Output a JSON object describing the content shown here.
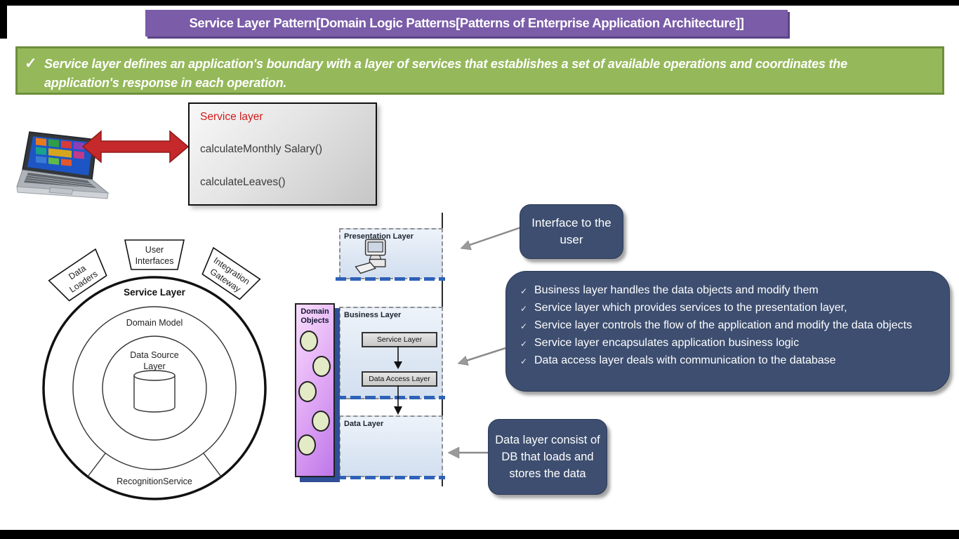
{
  "slide": {
    "title": "Service Layer Pattern[Domain Logic Patterns[Patterns of Enterprise Application Architecture]]",
    "definition_check": "✓",
    "definition": "Service layer defines an application's boundary with a layer of services that establishes a set of available operations and coordinates the application's response in each operation."
  },
  "service_interface_box": {
    "title": "Service layer",
    "method_1": "calculateMonthly Salary()",
    "method_2": "calculateLeaves()"
  },
  "ring_diagram": {
    "outer": "Service Layer",
    "middle": "Domain Model",
    "inner_line_1": "Data Source",
    "inner_line_2": "Layer",
    "bottom": "RecognitionService",
    "tab_left_1": "Data",
    "tab_left_2": "Loaders",
    "tab_center_1": "User",
    "tab_center_2": "Interfaces",
    "tab_right_1": "Integration",
    "tab_right_2": "Gateway"
  },
  "layer_diagram": {
    "presentation": "Presentation Layer",
    "business": "Business Layer",
    "data": "Data Layer",
    "service_layer": "Service Layer",
    "data_access": "Data Access Layer",
    "domain_objects_1": "Domain",
    "domain_objects_2": "Objects"
  },
  "callouts": {
    "check": "✓",
    "interface_user": "Interface to the user",
    "bullets": [
      "Business layer handles the data objects and modify them",
      "Service layer which provides services to the presentation layer,",
      "Service layer controls the flow of the application and modify the data objects",
      "Service layer encapsulates application business logic",
      "Data access layer deals with communication to the database"
    ],
    "data_layer": "Data layer consist of DB that loads and stores the data"
  },
  "colors": {
    "title_bar": "#7a5ca8",
    "definition_bar": "#95b85a",
    "definition_border": "#6f8f3c",
    "callout_bg": "#3d4e70",
    "layer_fill": "#dce6f3",
    "layer_edge_blue": "#2e62b8",
    "domain_objects_purple": "#c987ee",
    "red_arrow": "#c5292b",
    "service_box_title_red": "#d11a1a"
  }
}
